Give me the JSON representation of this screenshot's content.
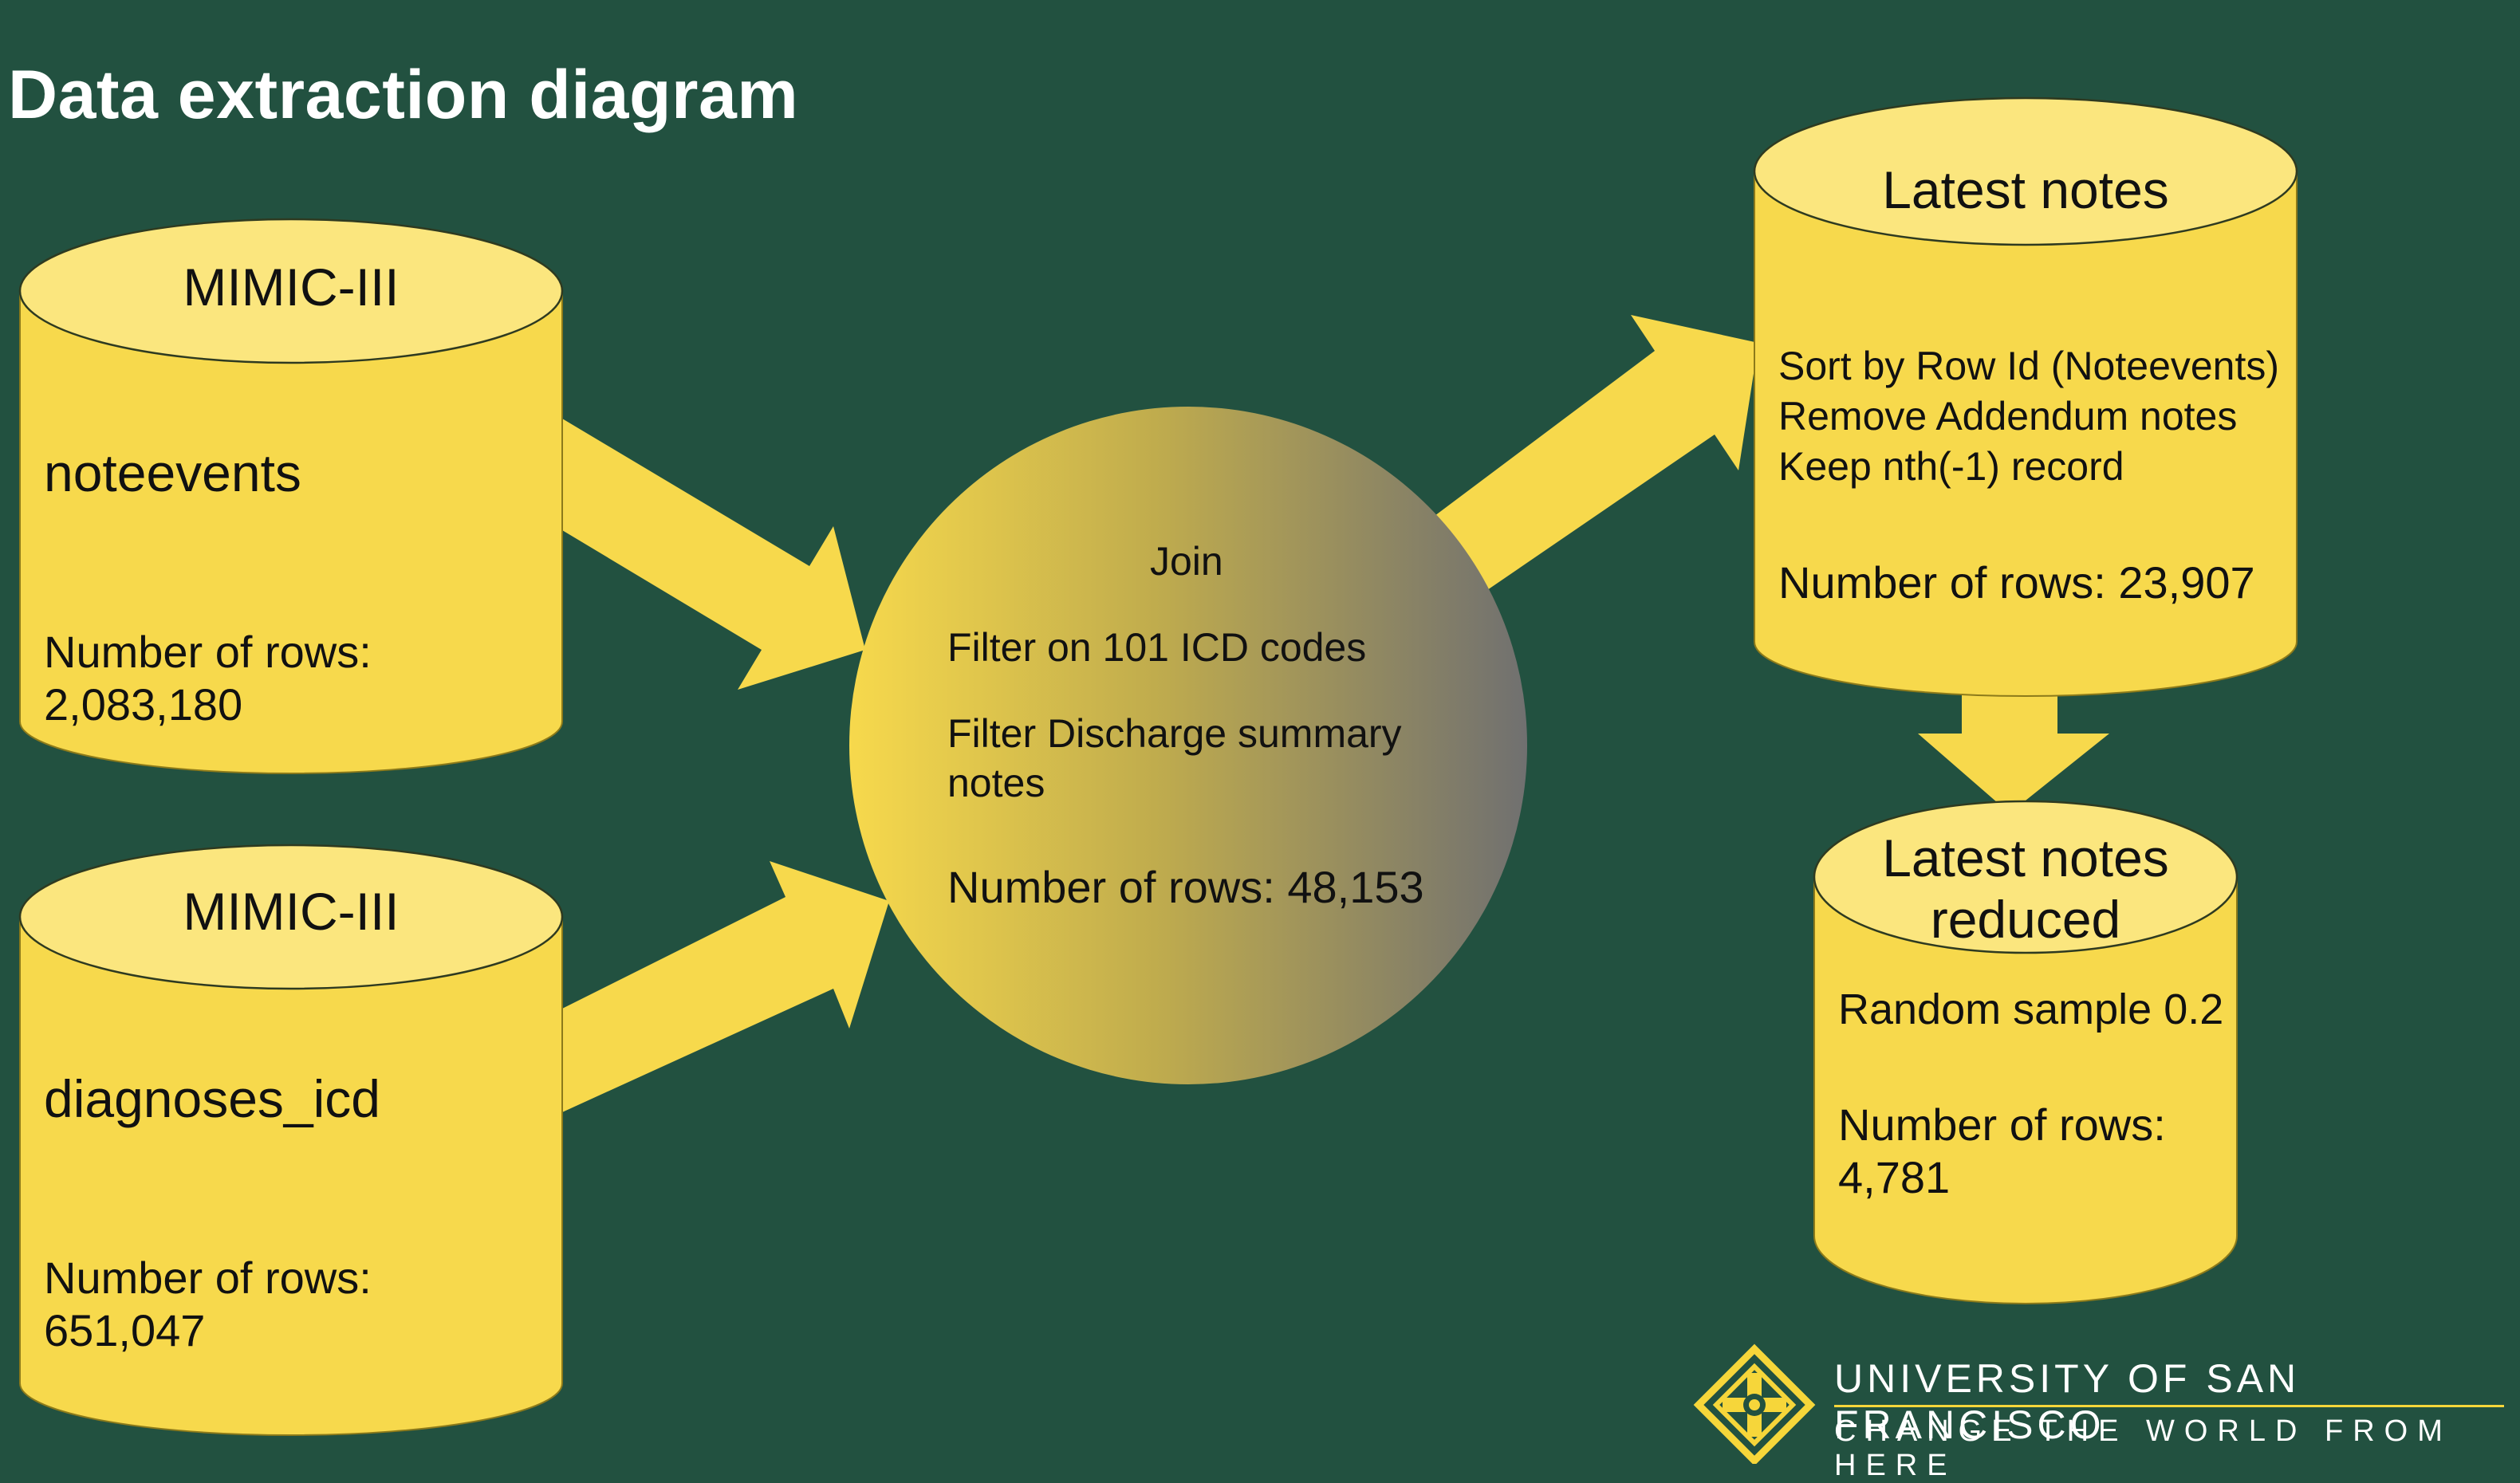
{
  "title": "Data extraction diagram",
  "colors": {
    "background": "#225140",
    "cylinder_body": "#f7d94c",
    "cylinder_top": "#fbe67e",
    "arrow": "#f7d94c",
    "circle_gradient_start": "#f7d94c",
    "circle_gradient_end": "#707070",
    "text": "#111111",
    "logo_text": "#ffffff"
  },
  "sources": [
    {
      "label": "MIMIC-III",
      "table": "noteevents",
      "rows_label": "Number of rows:",
      "rows_value": "2,083,180"
    },
    {
      "label": "MIMIC-III",
      "table": "diagnoses_icd",
      "rows_label": "Number of rows:",
      "rows_value": "651,047"
    }
  ],
  "join_step": {
    "line1": "Join",
    "line2": "Filter on 101 ICD codes",
    "line3a": "Filter Discharge summary",
    "line3b": "notes",
    "rows": "Number of rows: 48,153"
  },
  "latest_notes": {
    "label": "Latest notes",
    "step1": "Sort by Row Id (Noteevents)",
    "step2": "Remove Addendum notes",
    "step3": "Keep nth(-1) record",
    "rows": "Number of rows: 23,907"
  },
  "reduced": {
    "label_line1": "Latest notes",
    "label_line2": "reduced",
    "step": "Random sample 0.2",
    "rows_label": "Number of rows:",
    "rows_value": "4,781"
  },
  "logo": {
    "name": "UNIVERSITY OF SAN FRANCISCO",
    "tagline": "CHANGE THE WORLD FROM HERE",
    "icon": "usf-star-icon"
  }
}
